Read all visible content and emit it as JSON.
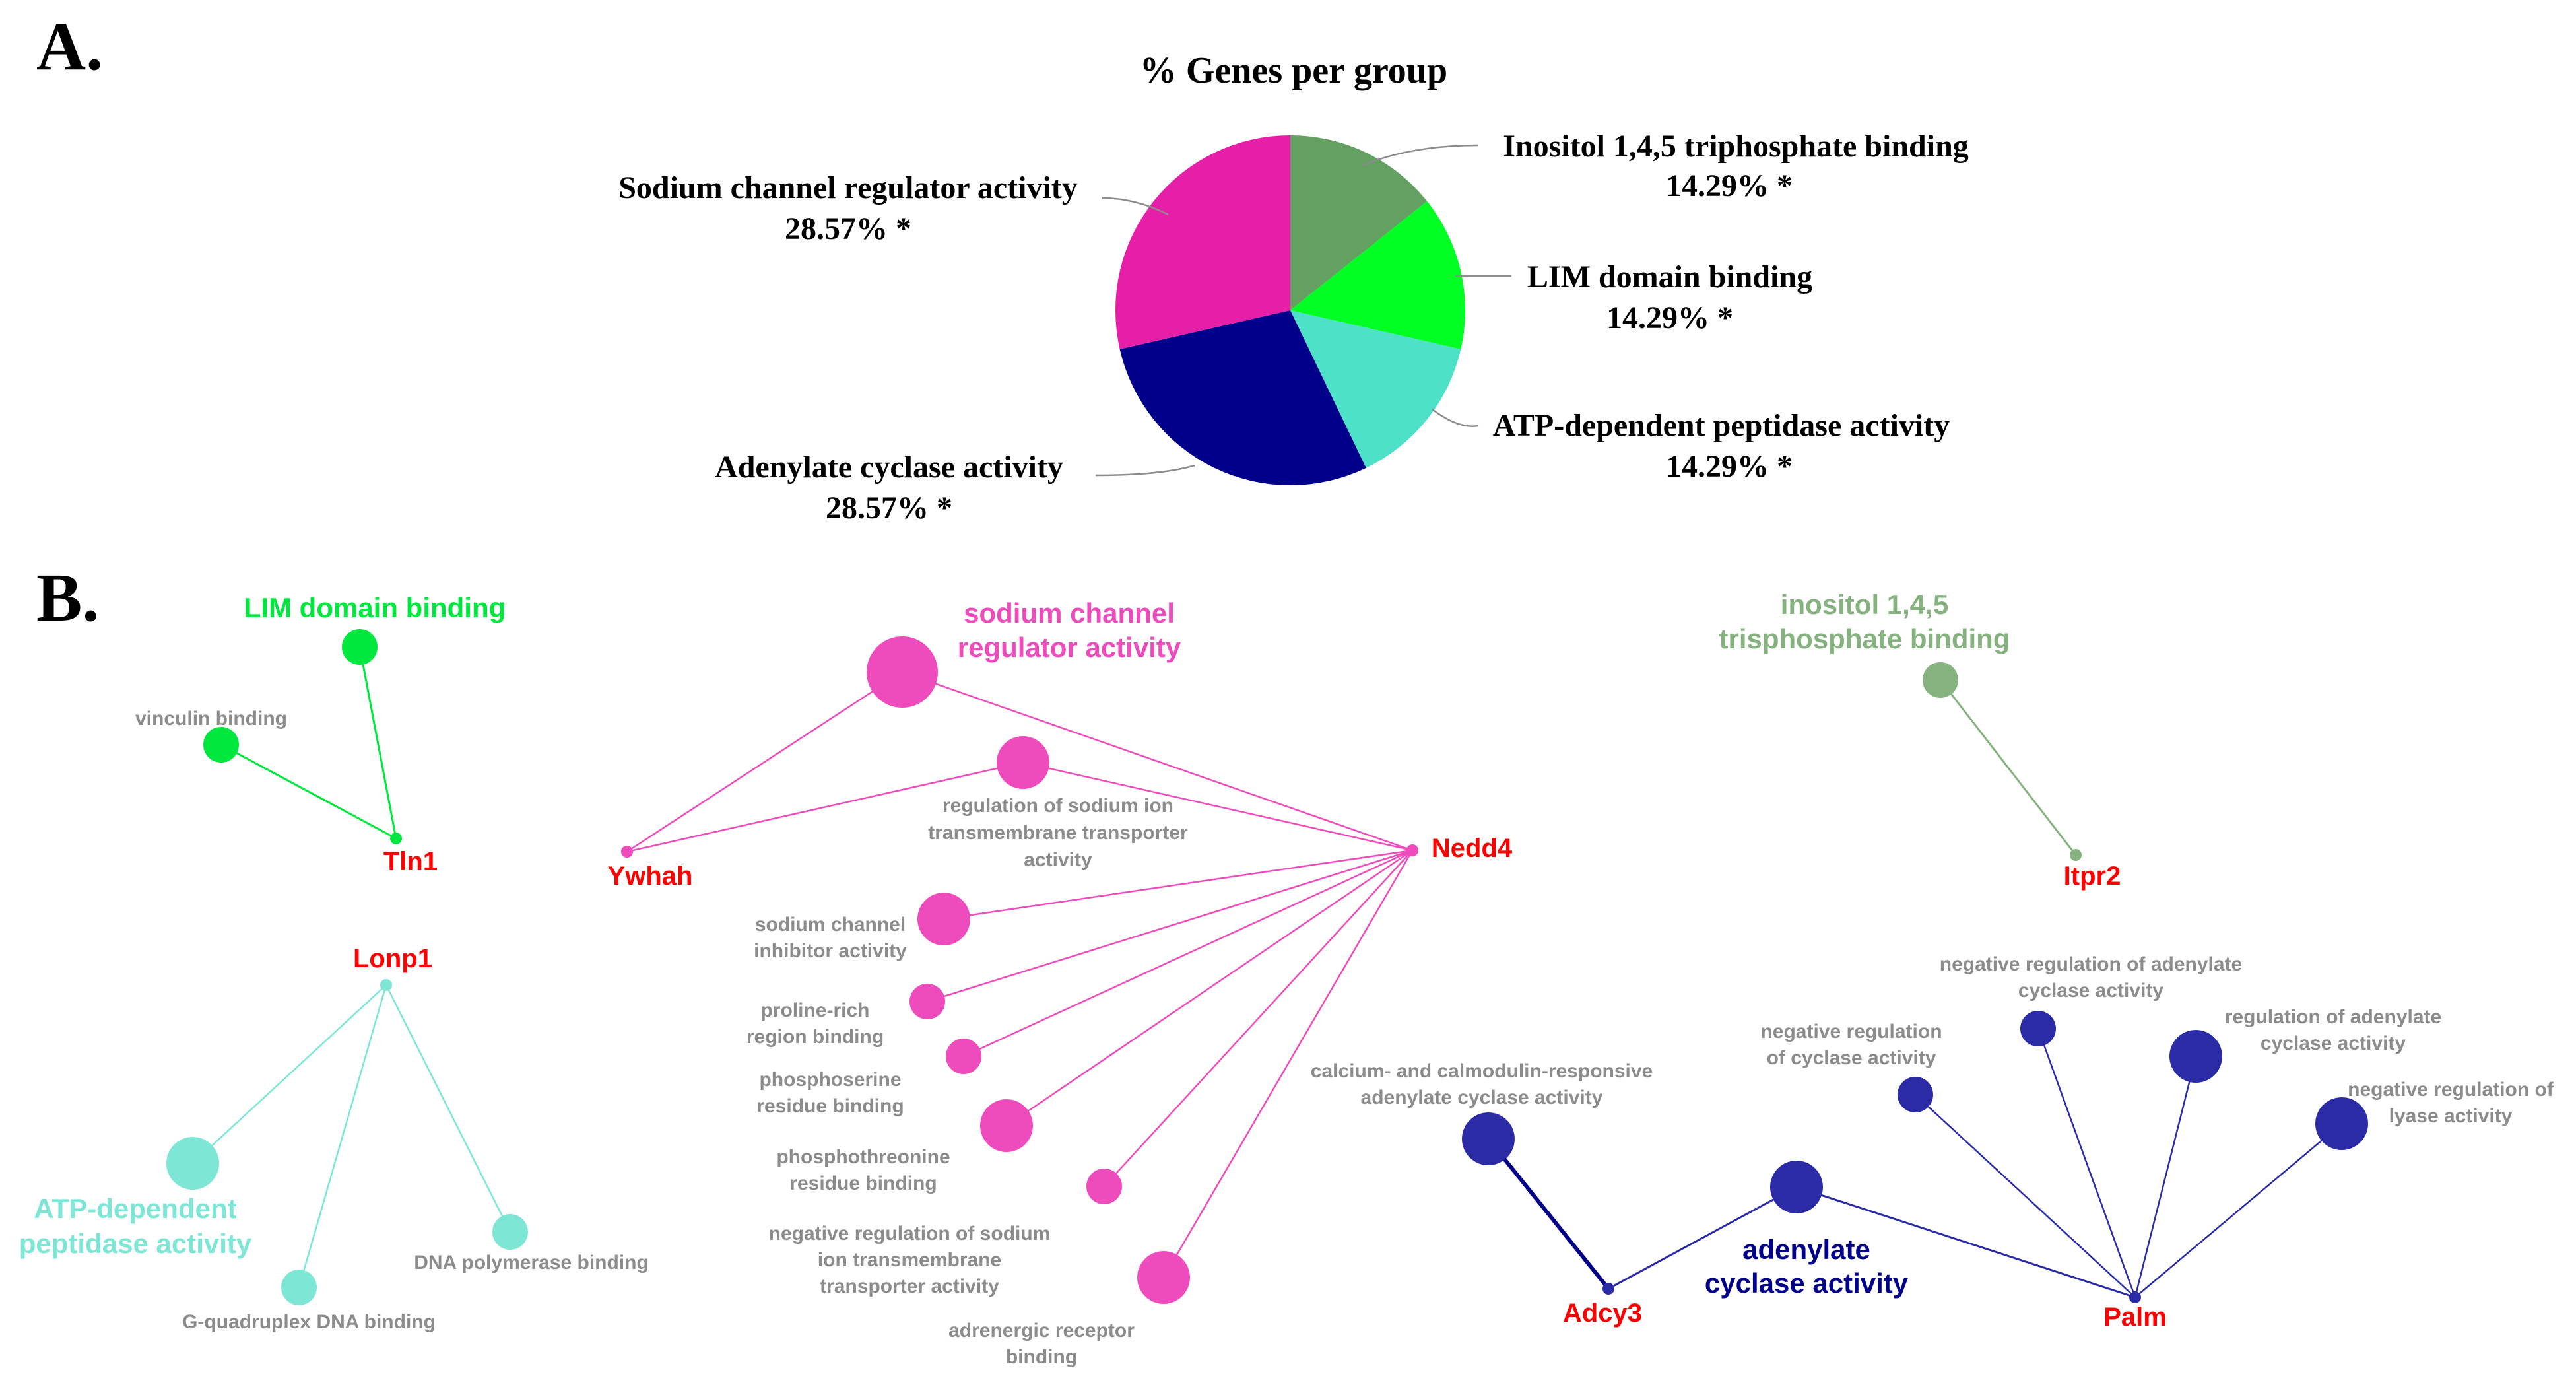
{
  "panels": {
    "a": "A.",
    "b": "B."
  },
  "chart_data": {
    "type": "pie",
    "title": "% Genes per group",
    "slices": [
      {
        "name": "Inositol 1,4,5 triphosphate binding",
        "percent": "14.29% *",
        "value": 14.29,
        "color": "#63a062"
      },
      {
        "name": "LIM domain binding",
        "percent": "14.29% *",
        "value": 14.29,
        "color": "#00ff22"
      },
      {
        "name": "ATP-dependent peptidase activity",
        "percent": "14.29% *",
        "value": 14.29,
        "color": "#4de2c8"
      },
      {
        "name": "Adenylate cyclase activity",
        "percent": "28.57% *",
        "value": 28.57,
        "color": "#00008a"
      },
      {
        "name": "Sodium channel regulator activity",
        "percent": "28.57% *",
        "value": 28.57,
        "color": "#e61fa8"
      }
    ]
  },
  "network": {
    "colors": {
      "lim": "#00e83d",
      "atp": "#7de6d4",
      "sodium": "#ee4cbc",
      "inositol": "#85b27f",
      "adenylate": "#2b2ba6",
      "gene": "#ff0000",
      "sub_label": "#8c8c8c"
    },
    "genes": {
      "tln1": "Tln1",
      "lonp1": "Lonp1",
      "ywhah": "Ywhah",
      "nedd4": "Nedd4",
      "itpr2": "Itpr2",
      "adcy3": "Adcy3",
      "palm": "Palm"
    },
    "lim_cluster": {
      "title": "LIM domain binding",
      "vinculin": "vinculin binding"
    },
    "atp_cluster": {
      "title_line1": "ATP-dependent",
      "title_line2": "peptidase activity",
      "dna_polymerase": "DNA polymerase binding",
      "g_quadruplex": "G-quadruplex DNA binding"
    },
    "sodium_cluster": {
      "title_line1": "sodium channel",
      "title_line2": "regulator activity",
      "reg_sodium_line1": "regulation of sodium ion",
      "reg_sodium_line2": "transmembrane transporter",
      "reg_sodium_line3": "activity",
      "inhibitor_line1": "sodium channel",
      "inhibitor_line2": "inhibitor activity",
      "proline_line1": "proline-rich",
      "proline_line2": "region binding",
      "phosphoserine_line1": "phosphoserine",
      "phosphoserine_line2": "residue binding",
      "phosphothreonine_line1": "phosphothreonine",
      "phosphothreonine_line2": "residue binding",
      "neg_sodium_line1": "negative regulation of sodium",
      "neg_sodium_line2": "ion transmembrane",
      "neg_sodium_line3": "transporter activity",
      "adrenergic_line1": "adrenergic receptor",
      "adrenergic_line2": "binding"
    },
    "inositol_cluster": {
      "title_line1": "inositol 1,4,5",
      "title_line2": "trisphosphate binding"
    },
    "adenylate_cluster": {
      "title_line1": "adenylate",
      "title_line2": "cyclase activity",
      "calcium_line1": "calcium- and calmodulin-responsive",
      "calcium_line2": "adenylate cyclase activity",
      "neg_cyclase_line1": "negative regulation",
      "neg_cyclase_line2": "of cyclase activity",
      "neg_adenylate_line1": "negative regulation of adenylate",
      "neg_adenylate_line2": "cyclase activity",
      "reg_adenylate_line1": "regulation of adenylate",
      "reg_adenylate_line2": "cyclase activity",
      "neg_lyase_line1": "negative regulation of",
      "neg_lyase_line2": "lyase activity"
    }
  }
}
